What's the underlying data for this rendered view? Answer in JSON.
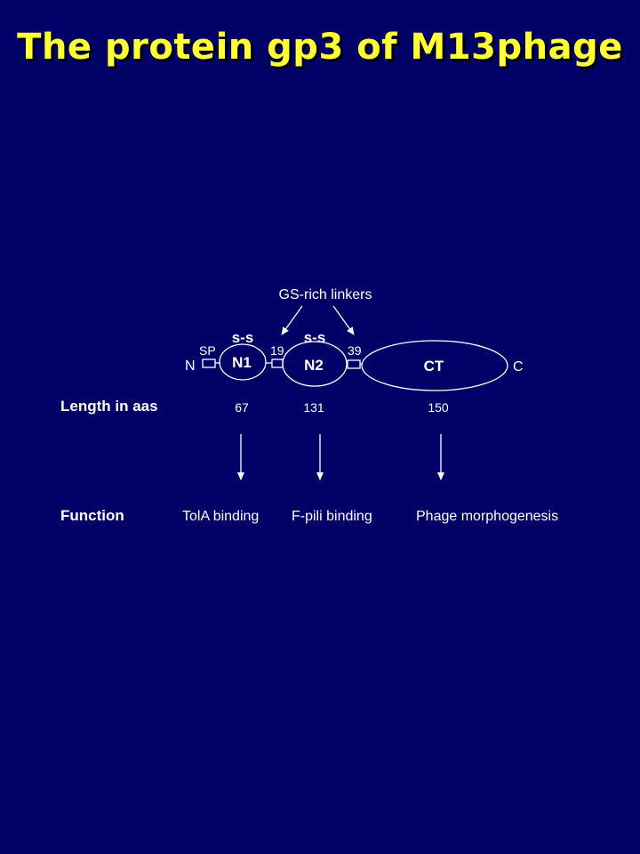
{
  "title": "The protein gp3 of M13phage",
  "linkers_label": "GS-rich linkers",
  "disulfide_label": "s-s",
  "signal_peptide_label": "SP",
  "n_terminus_label": "N",
  "c_terminus_label": "C",
  "linker1_position": "19",
  "linker2_position": "39",
  "domains": [
    {
      "name": "N1",
      "length": "67",
      "function": "TolA binding"
    },
    {
      "name": "N2",
      "length": "131",
      "function": "F-pili binding"
    },
    {
      "name": "CT",
      "length": "150",
      "function": "Phage morphogenesis"
    }
  ],
  "length_row_label": "Length in aas",
  "function_row_label": "Function",
  "colors": {
    "background": "#000066",
    "title": "#ffff33",
    "lines": "#ffffff"
  }
}
